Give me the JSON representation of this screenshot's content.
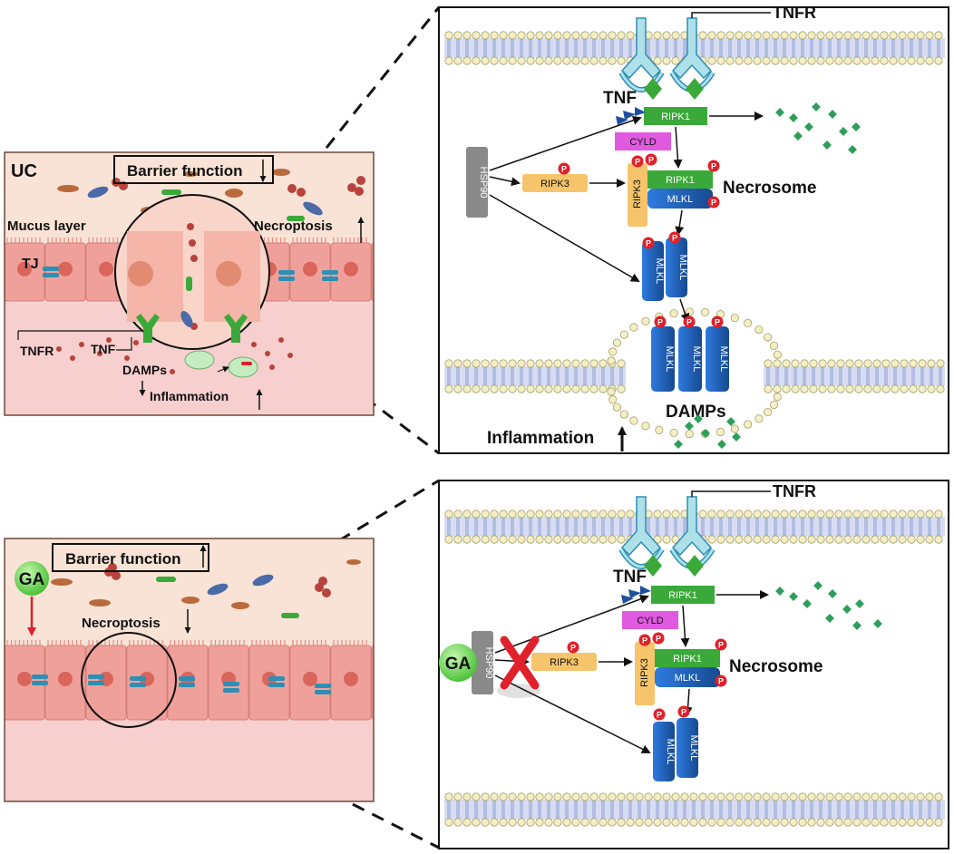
{
  "colors": {
    "tissue_bg": "#f8e3d6",
    "lamina": "#f7cfcf",
    "cell": "#f0a09a",
    "nucleus": "#d9655b",
    "tj": "#2d8fb3",
    "ripk1": "#3aa93a",
    "cyld": "#e05ae0",
    "ripk3": "#f5c46b",
    "mlkl": "#1f63c4",
    "hsp90": "#8a8a8a",
    "phospho": "#e0202a",
    "damp": "#2f9e5a",
    "ga": "#6bd94a"
  },
  "top_left": {
    "uc_label": "UC",
    "barrier_label": "Barrier  function",
    "mucus_label": "Mucus layer",
    "necroptosis_label": "Necroptosis",
    "tj_label": "TJ",
    "tnfr_label": "TNFR",
    "tnf_label": "TNF",
    "damps_label": "DAMPs",
    "inflammation_label": "Inflammation"
  },
  "bottom_left": {
    "barrier_label": "Barrier  function",
    "ga_label": "GA",
    "necroptosis_label": "Necroptosis"
  },
  "top_right": {
    "tnfr_label": "TNFR",
    "tnf_label": "TNF",
    "ripk1_label": "RIPK1",
    "cyld_label": "CYLD",
    "hsp90_label": "HSP90",
    "ripk3_label": "RIPK3",
    "necrosome_ripk3": "RIPK3",
    "necrosome_ripk1": "RIPK1",
    "necrosome_mlkl": "MLKL",
    "necrosome_label": "Necrosome",
    "mlkl_label": "MLKL",
    "p_label": "P",
    "damps_label": "DAMPs",
    "inflammation_label": "Inflammation"
  },
  "bottom_right": {
    "tnfr_label": "TNFR",
    "tnf_label": "TNF",
    "ripk1_label": "RIPK1",
    "cyld_label": "CYLD",
    "hsp90_label": "HSP90",
    "ga_label": "GA",
    "ripk3_label": "RIPK3",
    "necrosome_ripk3": "RIPK3",
    "necrosome_ripk1": "RIPK1",
    "necrosome_mlkl": "MLKL",
    "necrosome_label": "Necrosome",
    "mlkl_label": "MLKL",
    "p_label": "P"
  }
}
